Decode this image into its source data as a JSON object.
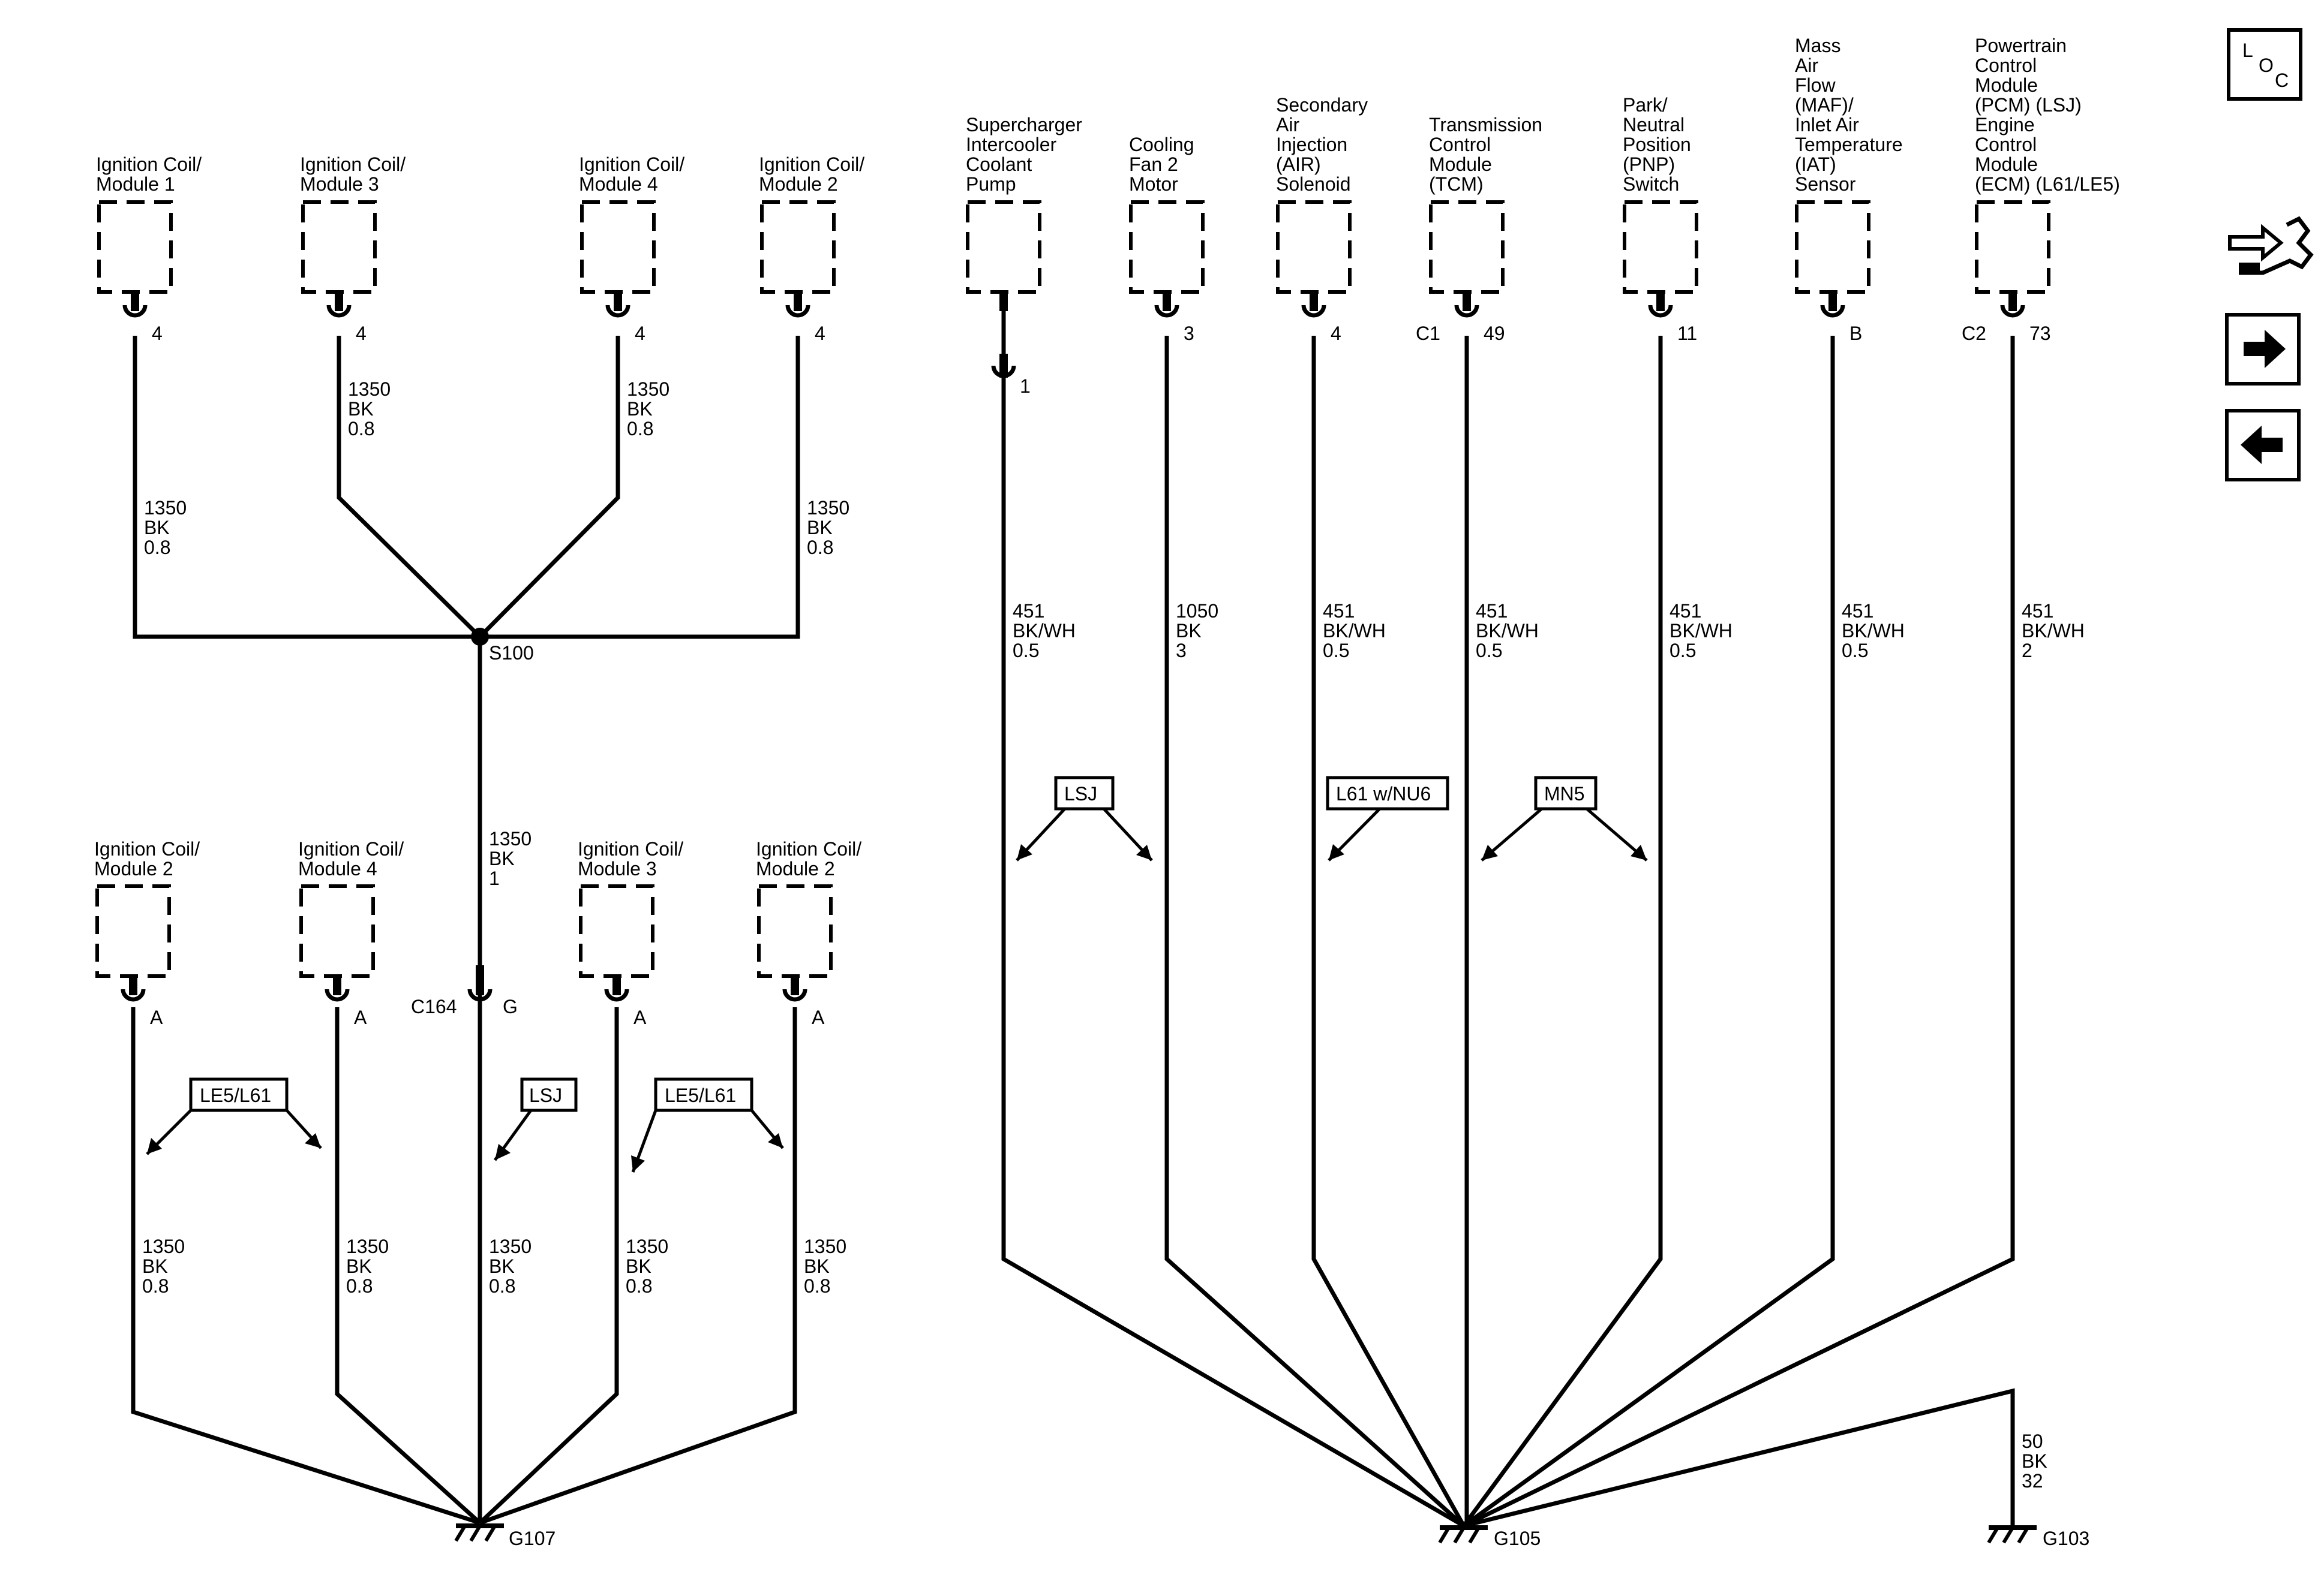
{
  "nav": {
    "loc_letters": [
      "L",
      "O",
      "C"
    ],
    "icons": [
      "connector-wrench-icon",
      "arrow-right-icon",
      "arrow-left-icon"
    ]
  },
  "left": {
    "top_components": [
      {
        "name": [
          "Ignition Coil/",
          "Module 1"
        ],
        "pin": "4",
        "wire": [
          "1350",
          "BK",
          "0.8"
        ]
      },
      {
        "name": [
          "Ignition Coil/",
          "Module 3"
        ],
        "pin": "4",
        "wire": [
          "1350",
          "BK",
          "0.8"
        ]
      },
      {
        "name": [
          "Ignition Coil/",
          "Module 4"
        ],
        "pin": "4",
        "wire": [
          "1350",
          "BK",
          "0.8"
        ]
      },
      {
        "name": [
          "Ignition Coil/",
          "Module 2"
        ],
        "pin": "4",
        "wire": [
          "1350",
          "BK",
          "0.8"
        ]
      }
    ],
    "splice": "S100",
    "center_wire": [
      "1350",
      "BK",
      "1"
    ],
    "connector": {
      "name": "C164",
      "pin": "G"
    },
    "bottom_components": [
      {
        "name": [
          "Ignition Coil/",
          "Module 2"
        ],
        "pin": "A",
        "wire": [
          "1350",
          "BK",
          "0.8"
        ]
      },
      {
        "name": [
          "Ignition Coil/",
          "Module 4"
        ],
        "pin": "A",
        "wire": [
          "1350",
          "BK",
          "0.8"
        ]
      },
      {
        "name": [
          "Ignition Coil/",
          "Module 3"
        ],
        "pin": "A",
        "wire": [
          "1350",
          "BK",
          "0.8"
        ]
      },
      {
        "name": [
          "Ignition Coil/",
          "Module 2"
        ],
        "pin": "A",
        "wire": [
          "1350",
          "BK",
          "0.8"
        ]
      }
    ],
    "center_bottom_wire": [
      "1350",
      "BK",
      "0.8"
    ],
    "options": [
      "LE5/L61",
      "LSJ",
      "LE5/L61"
    ],
    "ground": "G107"
  },
  "right": {
    "components": [
      {
        "name": [
          "Supercharger",
          "Intercooler",
          "Coolant",
          "Pump"
        ],
        "pin": "1",
        "pin_prefix": "",
        "wire": [
          "451",
          "BK/WH",
          "0.5"
        ]
      },
      {
        "name": [
          "Cooling",
          "Fan 2",
          "Motor"
        ],
        "pin": "3",
        "pin_prefix": "",
        "wire": [
          "1050",
          "BK",
          "3"
        ]
      },
      {
        "name": [
          "Secondary",
          "Air",
          "Injection",
          "(AIR)",
          "Solenoid"
        ],
        "pin": "4",
        "pin_prefix": "",
        "wire": [
          "451",
          "BK/WH",
          "0.5"
        ]
      },
      {
        "name": [
          "Transmission",
          "Control",
          "Module",
          "(TCM)"
        ],
        "pin": "49",
        "pin_prefix": "C1",
        "wire": [
          "451",
          "BK/WH",
          "0.5"
        ]
      },
      {
        "name": [
          "Park/",
          "Neutral",
          "Position",
          "(PNP)",
          "Switch"
        ],
        "pin": "11",
        "pin_prefix": "",
        "wire": [
          "451",
          "BK/WH",
          "0.5"
        ]
      },
      {
        "name": [
          "Mass",
          "Air",
          "Flow",
          "(MAF)/",
          "Inlet Air",
          "Temperature",
          "(IAT)",
          "Sensor"
        ],
        "pin": "B",
        "pin_prefix": "",
        "wire": [
          "451",
          "BK/WH",
          "0.5"
        ]
      },
      {
        "name": [
          "Powertrain",
          "Control",
          "Module",
          "(PCM) (LSJ)",
          "Engine",
          "Control",
          "Module",
          "(ECM) (L61/LE5)"
        ],
        "pin": "73",
        "pin_prefix": "C2",
        "wire": [
          "451",
          "BK/WH",
          "2"
        ]
      }
    ],
    "options": [
      "LSJ",
      "L61 w/NU6",
      "MN5"
    ],
    "ground": "G105",
    "ground_link_wire": [
      "50",
      "BK",
      "32"
    ],
    "ground2": "G103"
  }
}
